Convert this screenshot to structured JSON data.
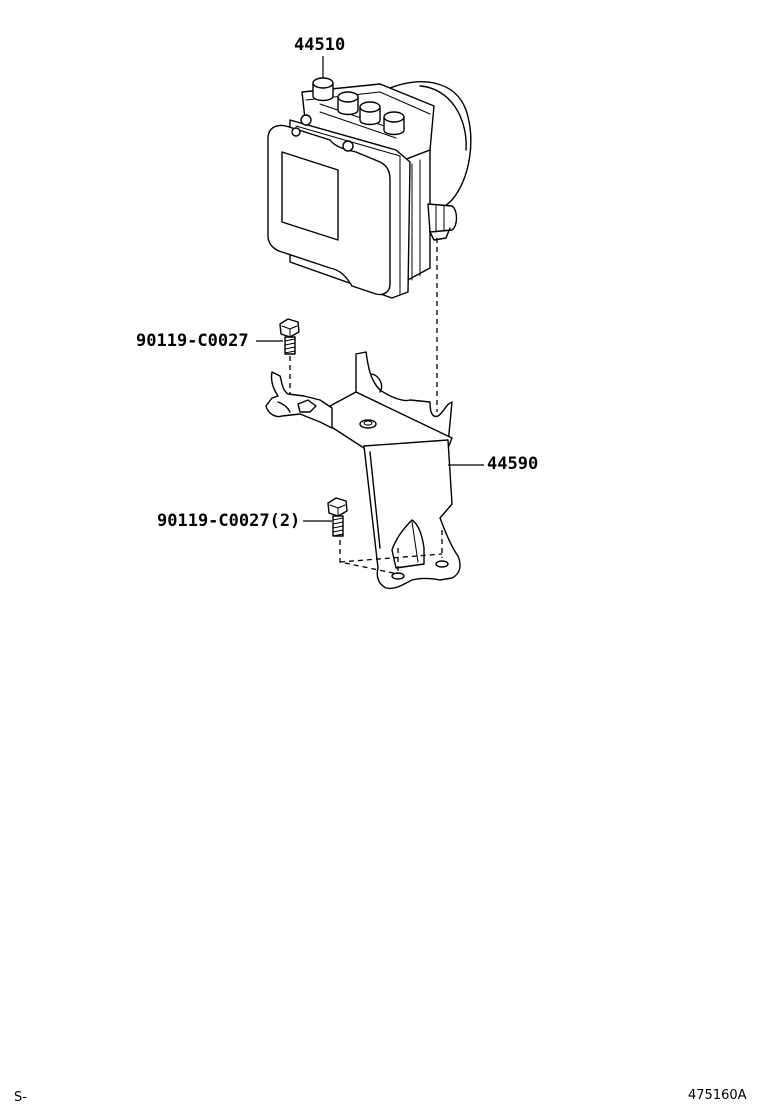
{
  "parts": {
    "actuator": {
      "number": "44510",
      "icon": "abs-actuator-icon"
    },
    "bolt_upper": {
      "number": "90119-C0027",
      "icon": "bolt-icon"
    },
    "bracket": {
      "number": "44590",
      "icon": "bracket-icon"
    },
    "bolt_lower": {
      "number": "90119-C0027(2)",
      "icon": "bolt-icon"
    }
  },
  "footer": {
    "left_code": "S-",
    "illustration_id": "475160A"
  }
}
